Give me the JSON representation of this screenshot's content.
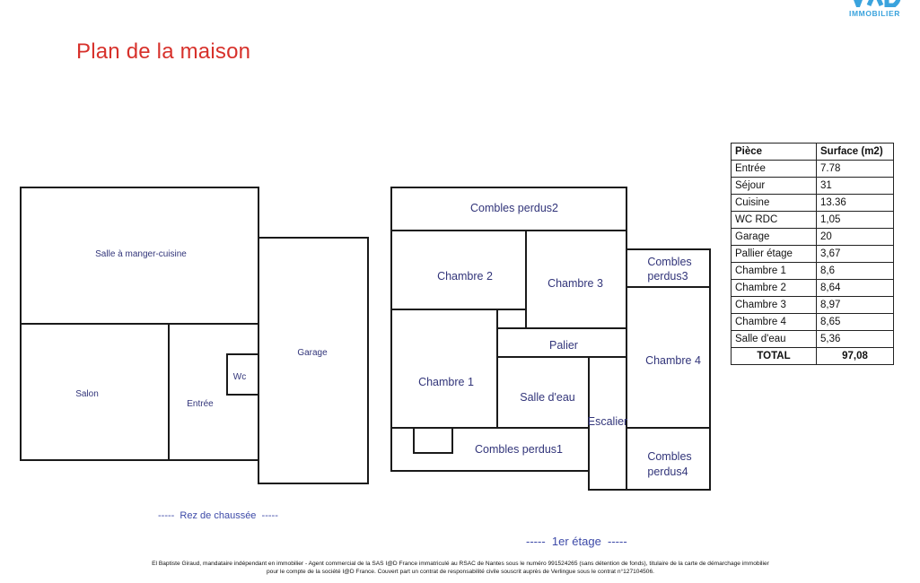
{
  "page": {
    "title": "Plan de la maison",
    "logo_text": "IMMOBILIER",
    "logo_mark": "iAD"
  },
  "rdc": {
    "rooms": {
      "salle_manger": "Salle à manger-cuisine",
      "salon": "Salon",
      "entree": "Entrée",
      "wc": "Wc",
      "garage": "Garage"
    },
    "caption": "-----  Rez de chaussée  -----"
  },
  "etage": {
    "rooms": {
      "combles2": "Combles perdus2",
      "chambre2": "Chambre 2",
      "chambre3": "Chambre 3",
      "combles3_a": "Combles",
      "combles3_b": "perdus3",
      "palier": "Palier",
      "chambre4": "Chambre 4",
      "chambre1": "Chambre 1",
      "salle_eau": "Salle d'eau",
      "escalier": "Escalier",
      "combles1": "Combles perdus1",
      "combles4_a": "Combles",
      "combles4_b": "perdus4"
    },
    "caption": "-----  1er étage  -----"
  },
  "table": {
    "headers": [
      "Pièce",
      "Surface (m2)"
    ],
    "rows": [
      {
        "piece": "Entrée",
        "surface": "7.78"
      },
      {
        "piece": "Séjour",
        "surface": "31"
      },
      {
        "piece": "Cuisine",
        "surface": "13.36"
      },
      {
        "piece": "WC RDC",
        "surface": "1,05"
      },
      {
        "piece": "Garage",
        "surface": "20"
      },
      {
        "piece": "Pallier étage",
        "surface": "3,67"
      },
      {
        "piece": "Chambre 1",
        "surface": "8,6"
      },
      {
        "piece": "Chambre 2",
        "surface": "8,64"
      },
      {
        "piece": "Chambre 3",
        "surface": "8,97"
      },
      {
        "piece": "Chambre 4",
        "surface": "8,65"
      },
      {
        "piece": "Salle d'eau",
        "surface": "5,36"
      }
    ],
    "total_label": "TOTAL",
    "total_value": "97,08"
  },
  "footer": {
    "line1": "El Baptiste Giraud, mandataire indépendant en immobilier - Agent commercial de la SAS I@D France immatriculé au RSAC de Nantes sous le numéro 991524265 (sans détention de fonds), titulaire de la carte de démarchage immobilier",
    "line2": "pour le compte de la société I@D France. Couvert part un contrat de responsabilité civile souscrit auprès de Verlingue sous le contrat n°127104506."
  },
  "colors": {
    "title": "#d7312b",
    "logo": "#3aa3dd",
    "room_label": "#32357a"
  }
}
